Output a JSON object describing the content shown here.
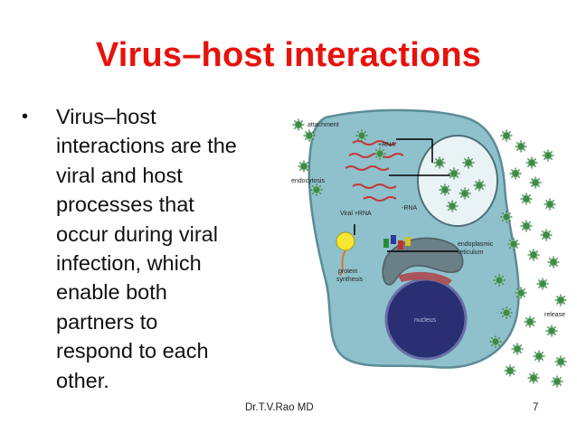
{
  "slide": {
    "title": "Virus–host interactions",
    "bullet": {
      "symbol": "•",
      "lines": [
        "Virus–host",
        "interactions are the",
        "viral and host",
        "processes that",
        "occur during viral",
        "infection, which",
        "enable both",
        "partners to",
        "respond to each",
        "other."
      ]
    },
    "footer": {
      "author": "Dr.T.V.Rao MD",
      "page": "7"
    },
    "diagram": {
      "labels": {
        "attachment": "attachment",
        "plus_rna": "+RNA",
        "endocytosis": "endocytosis",
        "viral_plus_rna": "Viral +RNA",
        "minus_rna": "-RNA",
        "er": [
          "endoplasmic",
          "reticulum"
        ],
        "protein_synthesis": [
          "protein",
          "synthesis"
        ],
        "nucleus": "nucleus",
        "release": "release"
      }
    },
    "colors": {
      "title": "#e8120c",
      "cell": "#8fc1cc",
      "nucleus": "#2a2e72",
      "virus": "#3f8a49"
    }
  }
}
